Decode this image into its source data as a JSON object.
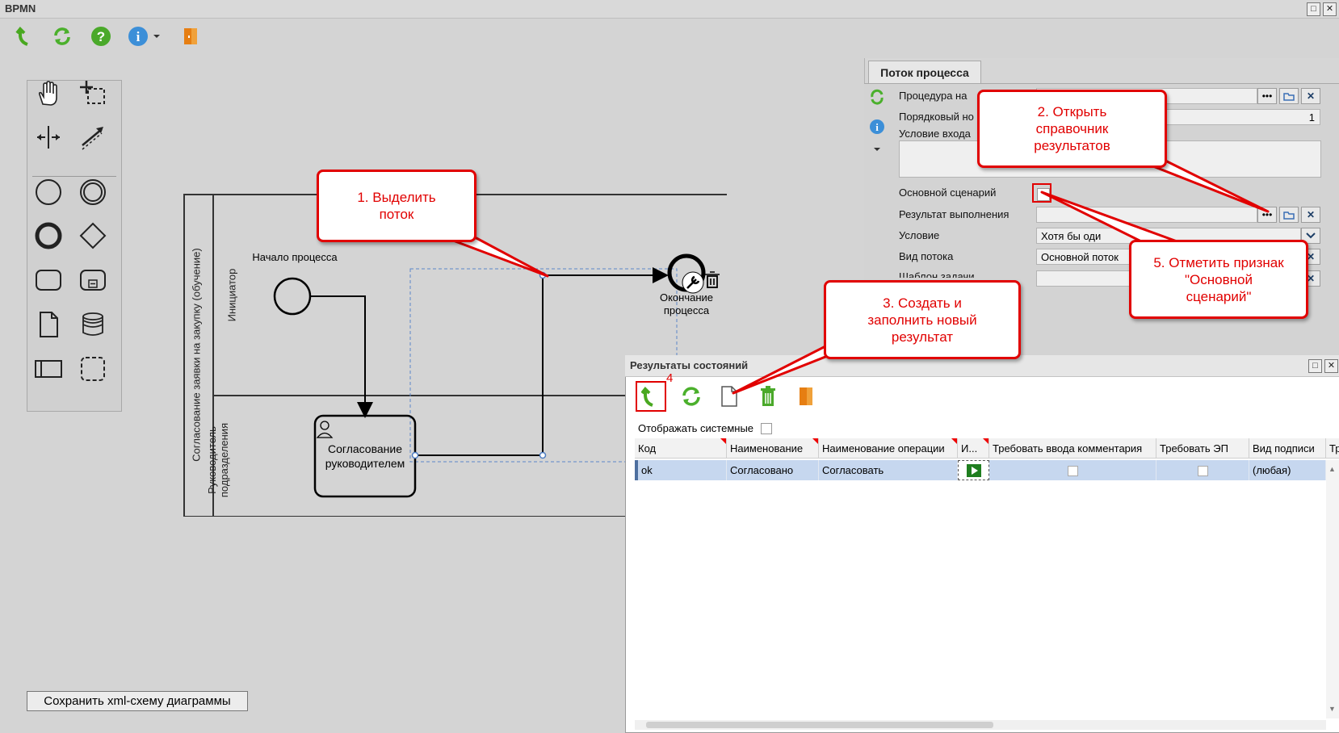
{
  "window": {
    "title": "BPMN"
  },
  "diagram": {
    "pool_label": "Согласование заявки на закупку (обучение)",
    "lane1_label": "Инициатор",
    "lane2_label": "Руководитель подразделения",
    "start_label": "Начало процесса",
    "task_label": "Согласование руководителем",
    "end_label": "Окончание процесса"
  },
  "save_button": "Сохранить xml-схему диаграммы",
  "props": {
    "tab": "Поток процесса",
    "fields": {
      "procedure_label": "Процедура на",
      "order_label": "Порядковый но",
      "order_value": "1",
      "condition_entry_label": "Условие входа",
      "main_scenario_label": "Основной сценарий",
      "result_label": "Результат выполнения",
      "condition_label": "Условие",
      "condition_value": "Хотя бы оди",
      "flow_type_label": "Вид потока",
      "flow_type_value": "Основной поток",
      "template_label": "Шаблон задачи"
    }
  },
  "results": {
    "title": "Результаты состояний",
    "badge": "4",
    "show_system_label": "Отображать системные",
    "columns": [
      "Код",
      "Наименование",
      "Наименование операции",
      "И...",
      "Требовать ввода комментария",
      "Требовать ЭП",
      "Вид подписи",
      "Тр"
    ],
    "rows": [
      {
        "code": "ok",
        "name": "Согласовано",
        "operation": "Согласовать",
        "signature": "(любая)"
      }
    ]
  },
  "callouts": {
    "c1": "1. Выделить\nпоток",
    "c2": "2. Открыть\nсправочник\nрезультатов",
    "c3": "3. Создать и\nзаполнить новый\nрезультат",
    "c5": "5. Отметить признак\n\"Основной\nсценарий\""
  },
  "colors": {
    "accent_red": "#e10000",
    "selection_blue": "#c6d7ef"
  }
}
